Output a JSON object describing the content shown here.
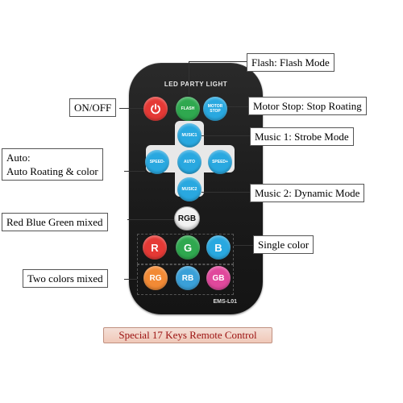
{
  "remote": {
    "title": "LED PARTY LIGHT",
    "model": "EMS-L01"
  },
  "keys": {
    "power": {
      "icon": "power-icon",
      "color": "#e53935"
    },
    "flash": {
      "label": "FLASH",
      "color": "#2fa84f"
    },
    "motor_stop": {
      "label": "MOTOR STOP",
      "color": "#29a8e0"
    },
    "music1": {
      "label": "MUSIC1",
      "color": "#29a8e0"
    },
    "speed_minus": {
      "label": "SPEED-",
      "color": "#29a8e0"
    },
    "auto": {
      "label": "AUTO",
      "color": "#29a8e0"
    },
    "speed_plus": {
      "label": "SPEED+",
      "color": "#29a8e0"
    },
    "music2": {
      "label": "MUSIC2",
      "color": "#29a8e0"
    },
    "rgb": {
      "label": "RGB",
      "color": "#f2f2f2"
    },
    "r": {
      "label": "R",
      "color": "#e53935"
    },
    "g": {
      "label": "G",
      "color": "#2fa84f"
    },
    "b": {
      "label": "B",
      "color": "#29a8e0"
    },
    "rg": {
      "label": "RG",
      "color": "#f28a35"
    },
    "rb": {
      "label": "RB",
      "color": "#3aa0d8"
    },
    "gb": {
      "label": "GB",
      "color": "#e0489c"
    }
  },
  "callouts": {
    "flash": "Flash: Flash Mode",
    "onoff": "ON/OFF",
    "motor_stop": "Motor Stop: Stop Roating",
    "music1": "Music 1: Strobe Mode",
    "auto_line1": "Auto:",
    "auto_line2": "Auto Roating & color",
    "music2": "Music 2: Dynamic Mode",
    "rgb_mixed": "Red Blue Green mixed",
    "single_color": "Single color",
    "two_colors": "Two colors mixed"
  },
  "footer": {
    "title": "Special 17 Keys Remote Control"
  }
}
